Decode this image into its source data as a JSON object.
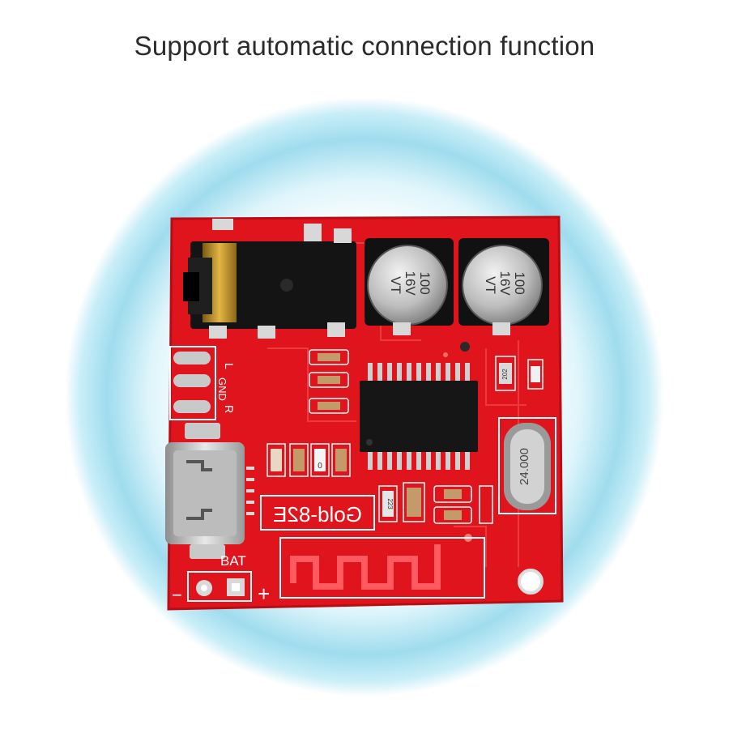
{
  "headline": "Support automatic connection function",
  "board": {
    "model_marking": "Gold-82E",
    "pin_labels": [
      "L",
      "GND",
      "R"
    ],
    "battery_label": "BAT",
    "minus_label": "−",
    "plus_label": "+",
    "capacitors": [
      {
        "value": "100",
        "voltage": "16V",
        "series": "VT"
      },
      {
        "value": "100",
        "voltage": "16V",
        "series": "VT"
      }
    ],
    "crystal_marking": "24.000",
    "resistor_markings": [
      "202",
      "223",
      "0"
    ]
  },
  "colors": {
    "pcb": "#e0141c",
    "glow_outer": "#c8eef8",
    "glow_inner": "#eaf9fd",
    "silkscreen": "#ffffff",
    "pad": "#c9c9c9"
  }
}
